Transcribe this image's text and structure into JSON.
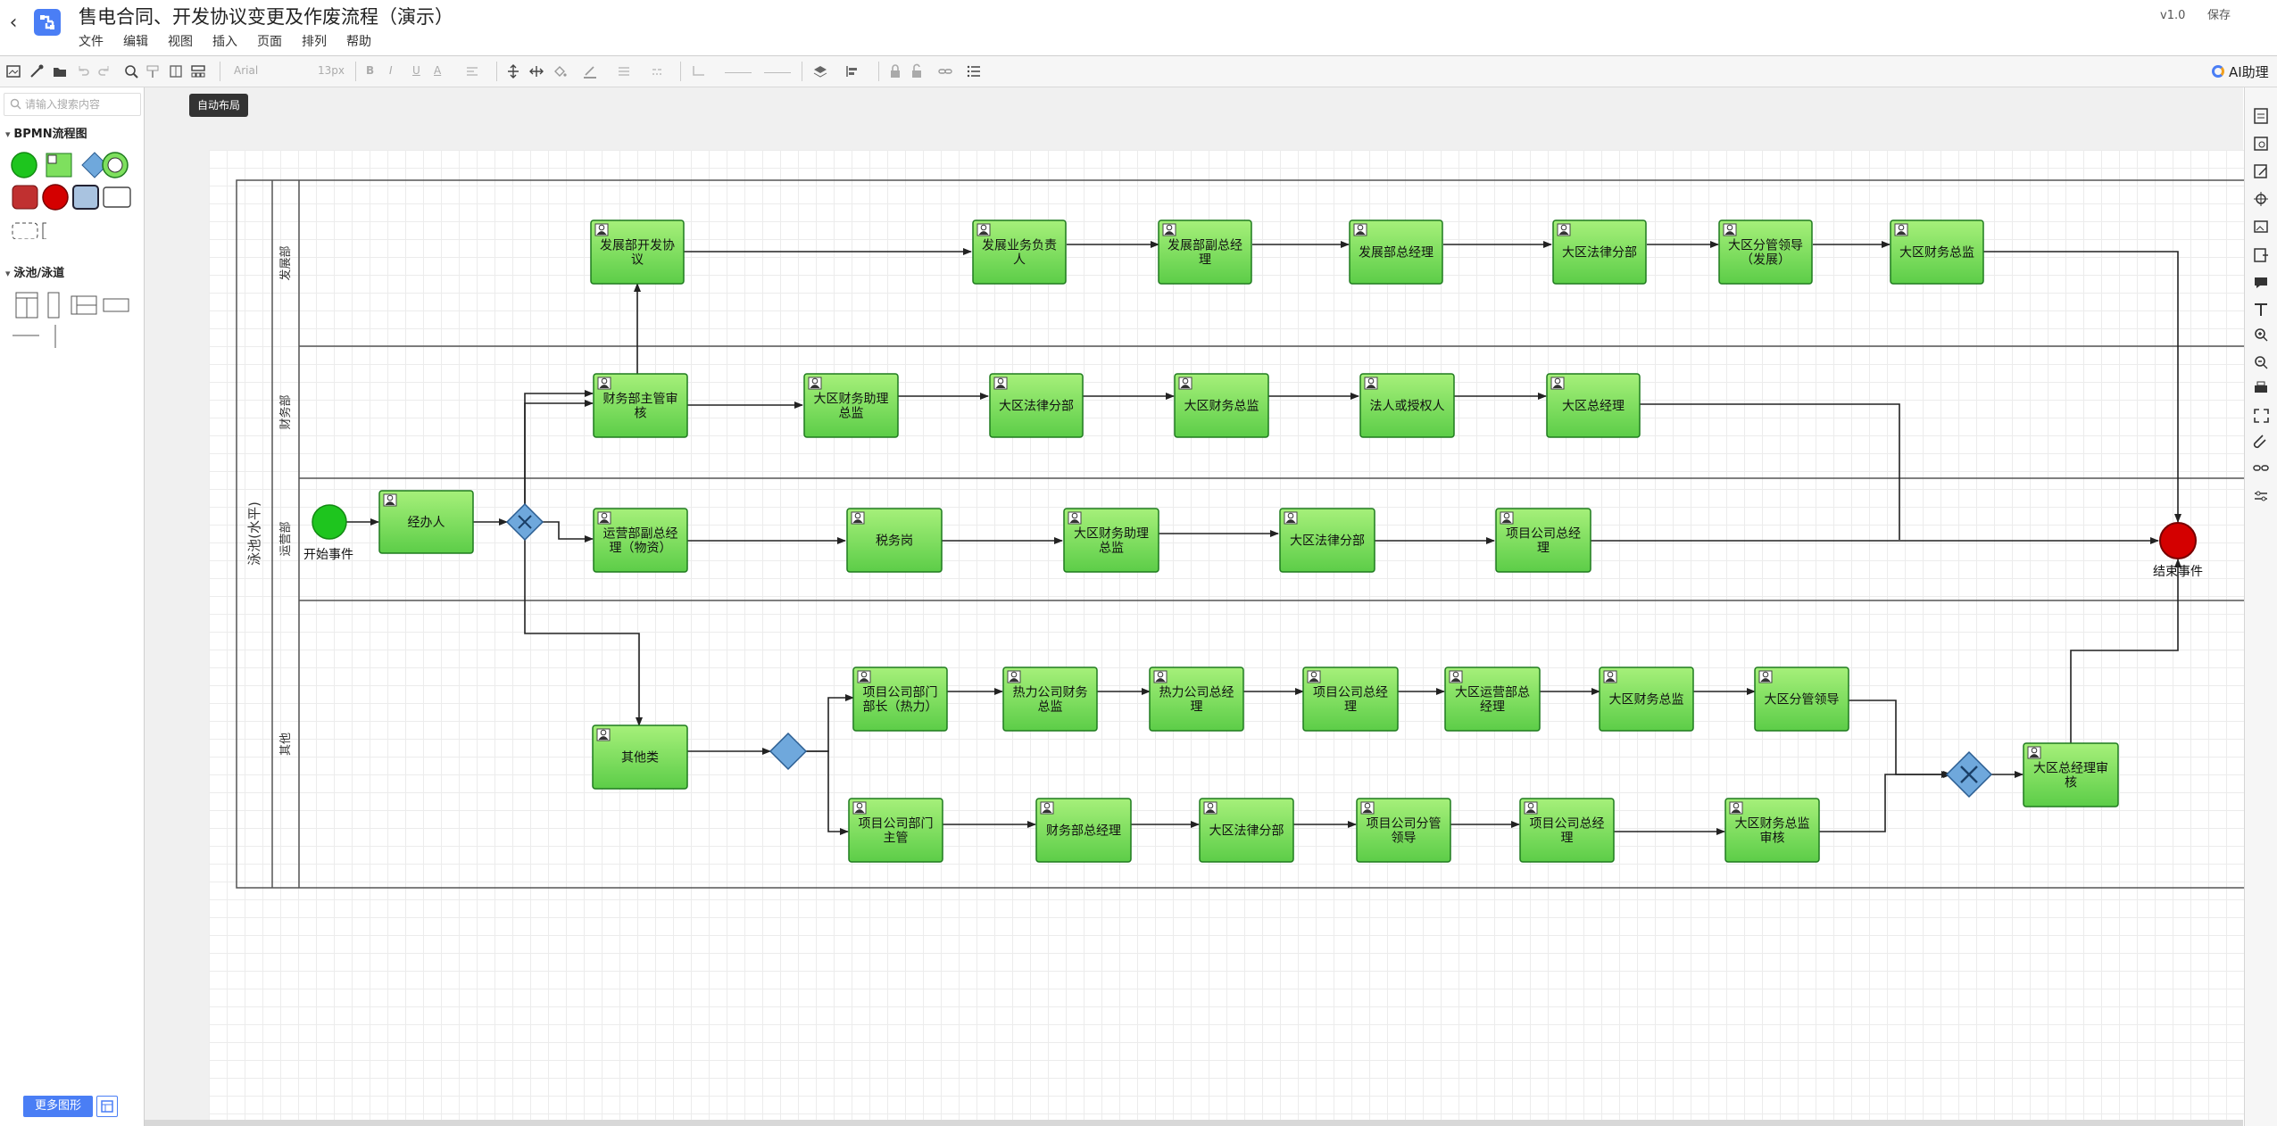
{
  "header": {
    "title": "售电合同、开发协议变更及作废流程（演示）",
    "menu": [
      "文件",
      "编辑",
      "视图",
      "插入",
      "页面",
      "排列",
      "帮助"
    ],
    "version": "v1.0",
    "save_label": "保存"
  },
  "toolbar": {
    "font_family": "Arial",
    "font_size": "13px",
    "ai_label": "AI助理",
    "tooltip": "自动布局",
    "icons": [
      "page-icon",
      "connect-icon",
      "folder-icon",
      "undo-icon",
      "redo-icon",
      "zoom-icon",
      "format-painter-icon",
      "grid-icon",
      "auto-layout-icon",
      "bold-icon",
      "italic-icon",
      "underline-icon",
      "font-color-icon",
      "align-icon",
      "vertical-space-icon",
      "horizontal-space-icon",
      "fill-icon",
      "line-color-icon",
      "line-style-icon",
      "dash-icon",
      "connector-icon",
      "line-width-icon",
      "arrow-icon",
      "layer-icon",
      "arrange-icon",
      "lock-icon",
      "unlock-icon",
      "link-icon",
      "list-icon"
    ]
  },
  "sidebar": {
    "search_placeholder": "请输入搜索内容",
    "section_bpmn": "BPMN流程图",
    "section_pool": "泳池/泳道",
    "more_button": "更多图形"
  },
  "diagram": {
    "pool_title": "泳池(水平)",
    "lanes": [
      "发展部",
      "财务部",
      "运营部",
      "其他"
    ],
    "start_label": "开始事件",
    "end_label": "结束事件",
    "tasks": {
      "t_jbr": "经办人",
      "t_fzkf": "发展部开发协议",
      "t_fzyw": "发展业务负责人",
      "t_fzfz": "发展部副总经理",
      "t_fzz": "发展部总经理",
      "t_fz_fl": "大区法律分部",
      "t_dqfg": "大区分管领导（发展）",
      "t_fz_cwzj": "大区财务总监",
      "t_cwzg": "财务部主管审核",
      "t_cw_zl": "大区财务助理总监",
      "t_cw_fl": "大区法律分部",
      "t_cw_zj": "大区财务总监",
      "t_frsq": "法人或授权人",
      "t_dqzjl": "大区总经理",
      "t_yyfz": "运营部副总经理（物资）",
      "t_swg": "税务岗",
      "t_yy_zl": "大区财务助理总监",
      "t_yy_fl": "大区法律分部",
      "t_xmzjl_yy": "项目公司总经理",
      "t_qtl": "其他类",
      "t_xmbmz_rl": "项目公司部门部长（热力）",
      "t_rlcw": "热力公司财务总监",
      "t_rlzjl": "热力公司总经理",
      "t_xmzjl_a": "项目公司总经理",
      "t_dqyyzjl": "大区运营部总经理",
      "t_qt_cwzj": "大区财务总监",
      "t_qt_fgld": "大区分管领导",
      "t_xmbmzg": "项目公司部门主管",
      "t_cwbzjl": "财务部总经理",
      "t_qt_fl": "大区法律分部",
      "t_xmfgld": "项目公司分管领导",
      "t_xmzjl_b": "项目公司总经理",
      "t_dqcwsh": "大区财务总监审核",
      "t_dqzjlsh": "大区总经理审核"
    }
  },
  "colors": {
    "task_fill_top": "#a6f07a",
    "task_fill_bottom": "#5ccd48",
    "task_stroke": "#1e7a1e",
    "start_event": "#1ec51e",
    "end_event": "#d40000",
    "gateway": "#6fa8dc",
    "accent": "#4a7ef5"
  }
}
